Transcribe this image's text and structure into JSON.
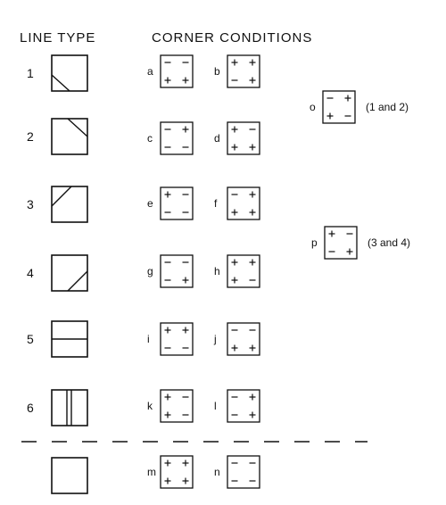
{
  "headers": {
    "line_type": "LINE TYPE",
    "corner_conditions": "CORNER CONDITIONS"
  },
  "line_types": [
    {
      "label": "1",
      "line": "diag-lower-left"
    },
    {
      "label": "2",
      "line": "diag-upper-right"
    },
    {
      "label": "3",
      "line": "diag-upper-left-to-mid"
    },
    {
      "label": "4",
      "line": "diag-lower-right"
    },
    {
      "label": "5",
      "line": "horizontal-middle"
    },
    {
      "label": "6",
      "line": "vertical-double-middle"
    },
    {
      "label": "",
      "line": "none"
    }
  ],
  "corner_conditions": [
    {
      "label": "a",
      "signs": [
        "-",
        "-",
        "+",
        "+"
      ]
    },
    {
      "label": "b",
      "signs": [
        "+",
        "+",
        "-",
        "+"
      ]
    },
    {
      "label": "c",
      "signs": [
        "-",
        "+",
        "-",
        "-"
      ]
    },
    {
      "label": "d",
      "signs": [
        "+",
        "-",
        "+",
        "+"
      ]
    },
    {
      "label": "e",
      "signs": [
        "+",
        "-",
        "-",
        "-"
      ]
    },
    {
      "label": "f",
      "signs": [
        "-",
        "+",
        "+",
        "+"
      ]
    },
    {
      "label": "g",
      "signs": [
        "-",
        "-",
        "-",
        "+"
      ]
    },
    {
      "label": "h",
      "signs": [
        "+",
        "+",
        "+",
        "-"
      ]
    },
    {
      "label": "i",
      "signs": [
        "+",
        "+",
        "-",
        "-"
      ]
    },
    {
      "label": "j",
      "signs": [
        "-",
        "-",
        "+",
        "+"
      ]
    },
    {
      "label": "k",
      "signs": [
        "+",
        "-",
        "+",
        "-"
      ]
    },
    {
      "label": "l",
      "signs": [
        "-",
        "+",
        "-",
        "+"
      ]
    },
    {
      "label": "m",
      "signs": [
        "+",
        "+",
        "+",
        "+"
      ]
    },
    {
      "label": "n",
      "signs": [
        "-",
        "-",
        "-",
        "-"
      ]
    }
  ],
  "special_conditions": [
    {
      "label": "o",
      "signs": [
        "-",
        "+",
        "+",
        "-"
      ],
      "note": "(1 and 2)"
    },
    {
      "label": "p",
      "signs": [
        "+",
        "-",
        "-",
        "+"
      ],
      "note": "(3 and 4)"
    }
  ],
  "colors": {
    "ink": "#111111",
    "background": "#ffffff"
  }
}
